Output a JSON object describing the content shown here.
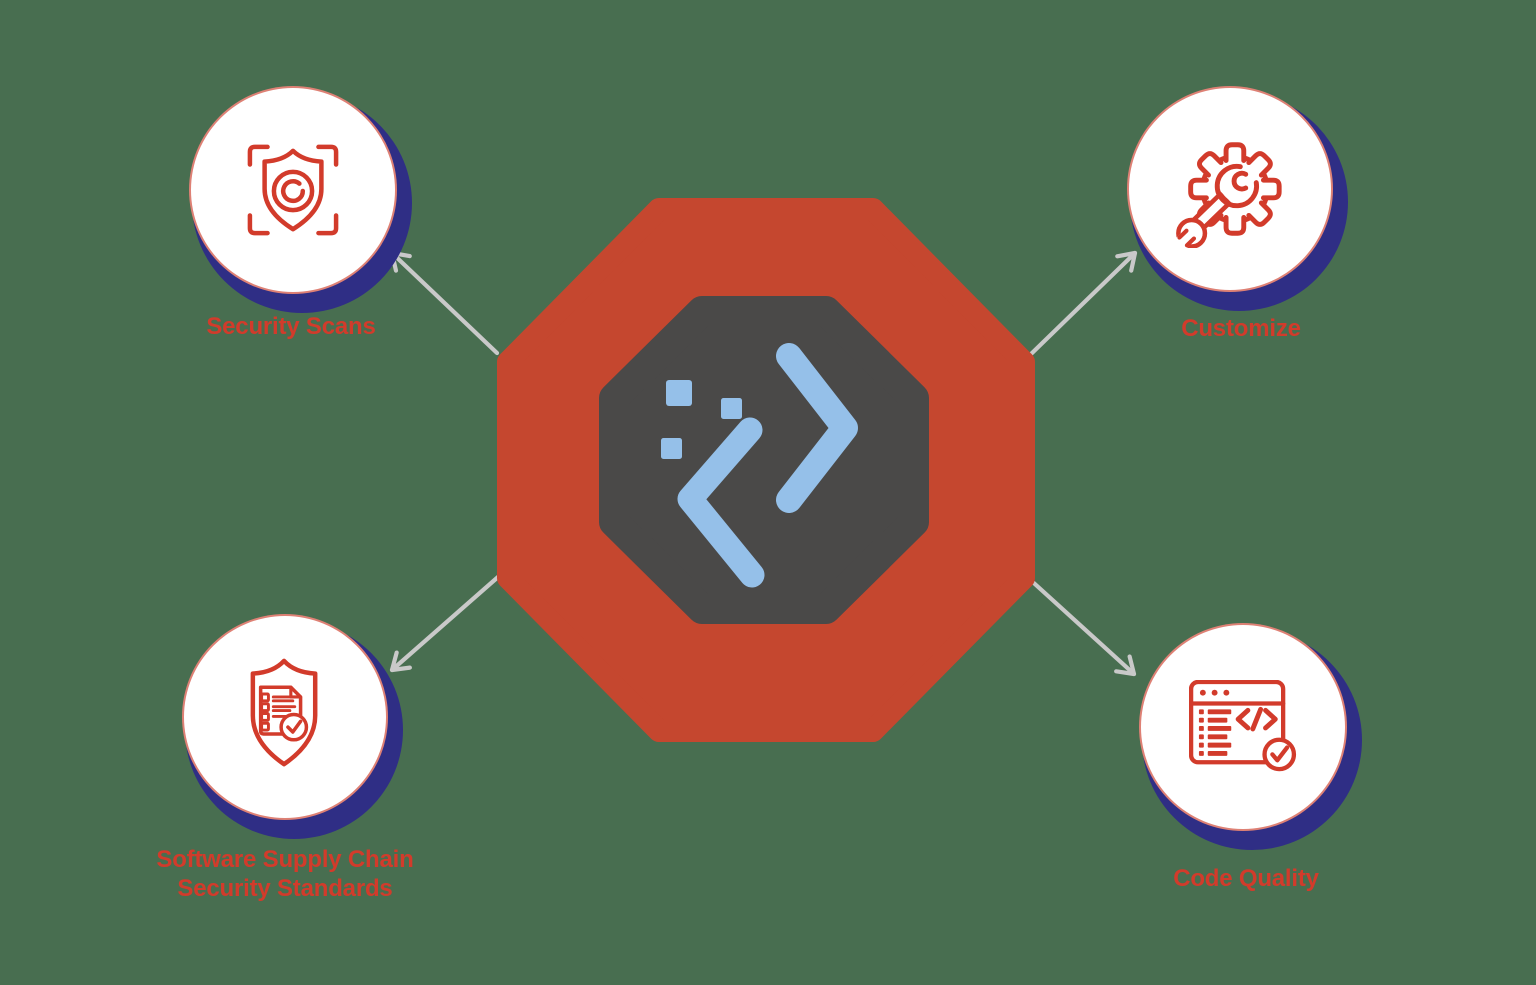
{
  "colors": {
    "background": "#486e50",
    "octagon_red": "#c5472f",
    "octagon_dark": "#4a4948",
    "logo_blue": "#95c0e9",
    "circle_shadow_indigo": "#2f2e85",
    "accent_red": "#d23b2b",
    "arrow_gray": "#c9c9c9",
    "circle_fill": "#ffffff"
  },
  "center_logo": {
    "name": "code-chevrons-octagon-logo"
  },
  "nodes": [
    {
      "id": "security-scans",
      "position": "top-left",
      "icon": "shield-scan-icon",
      "label": "Security Scans"
    },
    {
      "id": "customize",
      "position": "top-right",
      "icon": "gear-wrench-icon",
      "label": "Customize"
    },
    {
      "id": "software-supply-chain",
      "position": "bottom-left",
      "icon": "shield-checklist-icon",
      "label": "Software Supply Chain\nSecurity Standards"
    },
    {
      "id": "code-quality",
      "position": "bottom-right",
      "icon": "code-window-check-icon",
      "label": "Code Quality"
    }
  ]
}
